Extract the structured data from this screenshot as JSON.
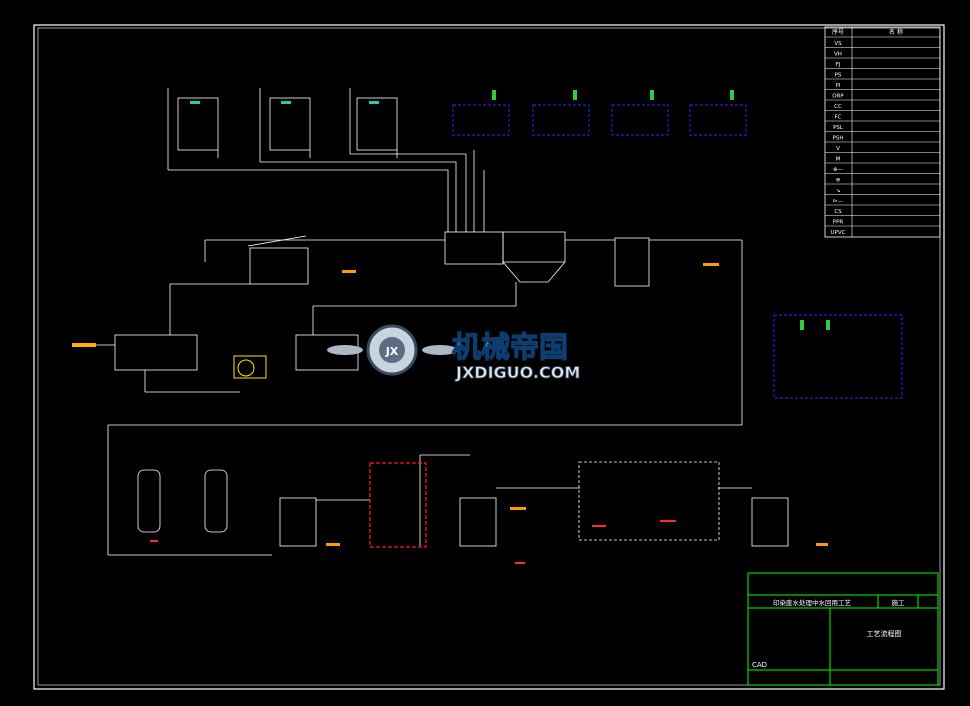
{
  "legend": {
    "header": [
      "序号",
      "名 称"
    ],
    "codes": [
      "VS",
      "VH",
      "FJ",
      "PS",
      "PI",
      "ORP",
      "CC",
      "FC",
      "PSL",
      "PSH",
      "V",
      "M",
      "⊗—",
      "⊕",
      "↘",
      "⊳—",
      "CS",
      "PPR",
      "UPVC"
    ]
  },
  "watermark": {
    "brand_cn": "机械帝国",
    "brand_en": "JXDIGUO.COM",
    "logo_text": "JX"
  },
  "title_block": {
    "project": "印染废水处理中水回用工艺",
    "stage": "施工",
    "drawing_name": "工艺流程图",
    "cad_label": "CAD"
  },
  "colors": {
    "frame": "#ffffff",
    "pipe": "#ffffff",
    "callout": "#2222cc",
    "label": "#ff2a2a",
    "equipment": "#ff9a00",
    "title_block": "#00ff00",
    "watermark": "#3aa2ff"
  }
}
